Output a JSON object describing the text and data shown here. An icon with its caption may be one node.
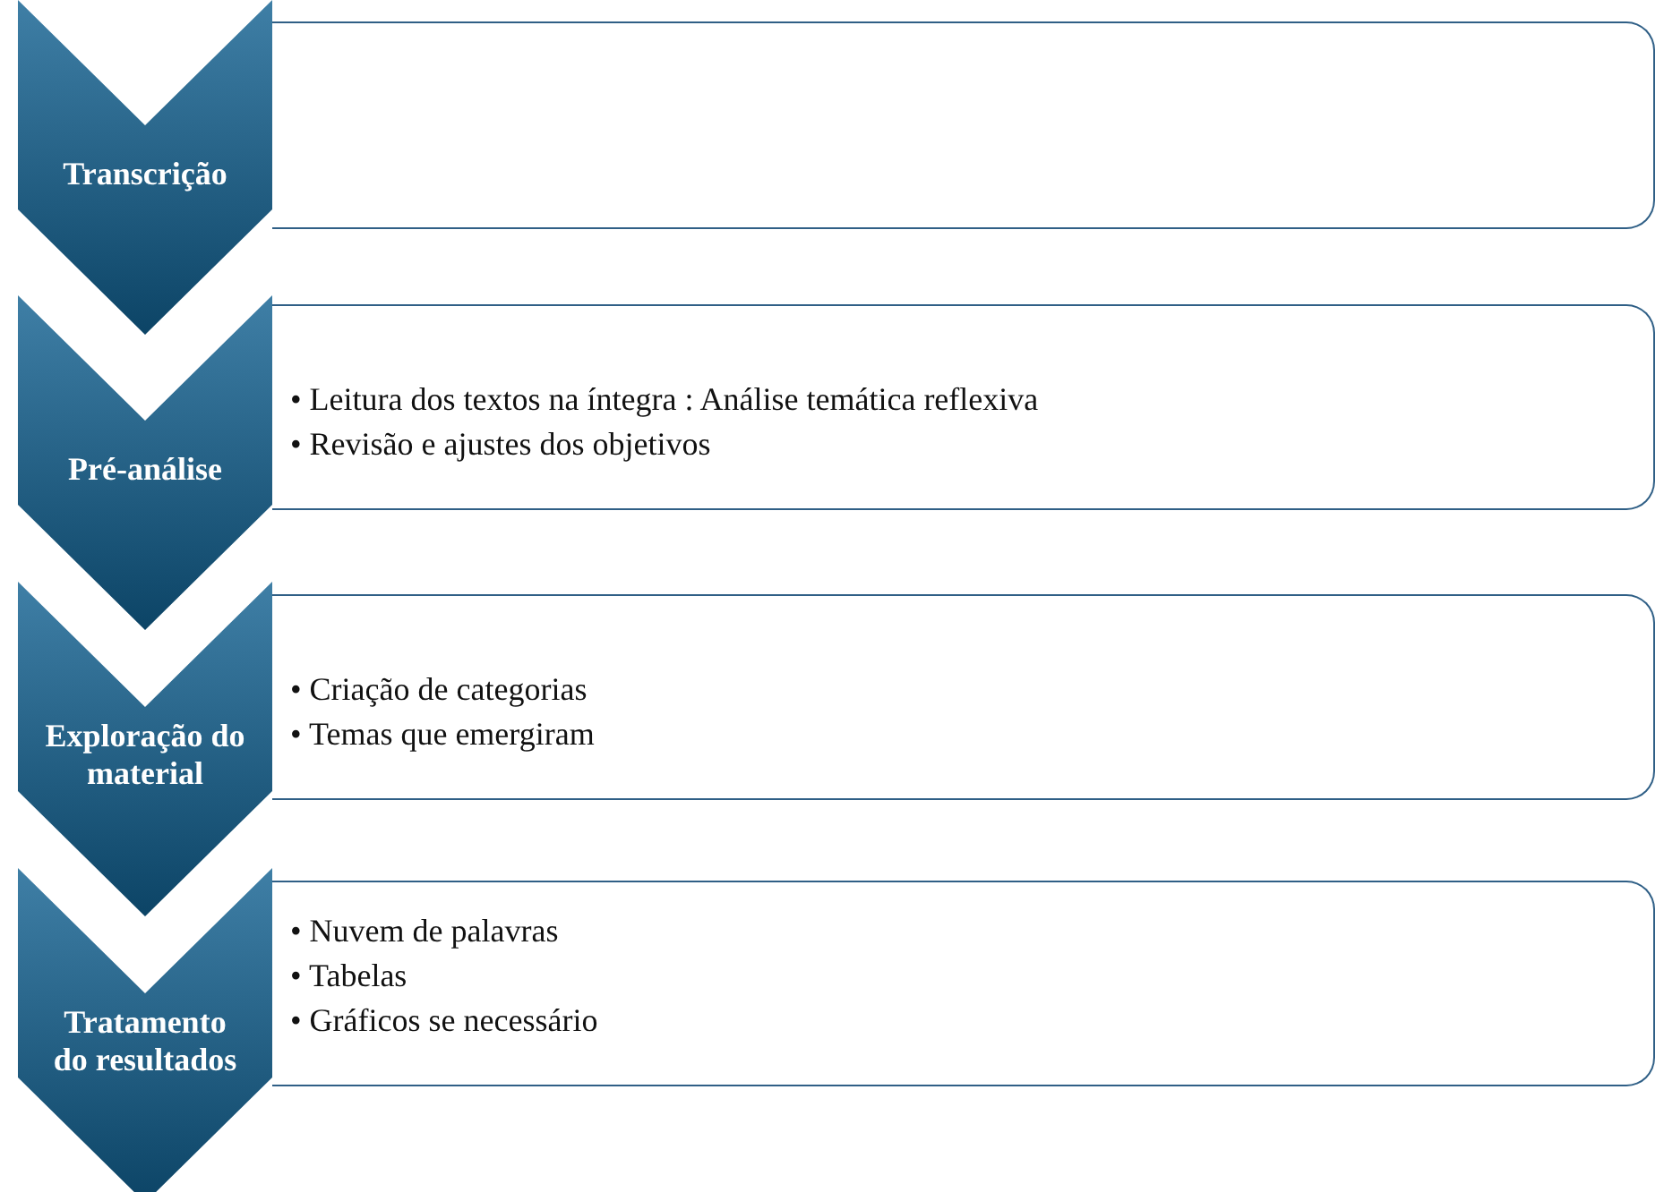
{
  "diagram": {
    "nodes": [
      {
        "text": [
          "Transcrição"
        ]
      },
      {
        "text": [],
        "shape": "box"
      },
      {
        "text": [
          "Pré-análise"
        ]
      },
      {
        "text": [
          "• Leitura dos textos na íntegra : Análise temática reflexiva",
          "• Revisão e ajustes dos objetivos"
        ]
      },
      {
        "text": [
          "Exploração do material"
        ]
      },
      {
        "text": [
          "• Criação de categorias",
          "• Temas que emergiram"
        ]
      },
      {
        "text": [
          "Tratamento do resultados"
        ]
      },
      {
        "text": [
          "• Nuvem de palavras",
          "• Tabelas",
          "• Gráficos se necessário"
        ]
      }
    ]
  }
}
